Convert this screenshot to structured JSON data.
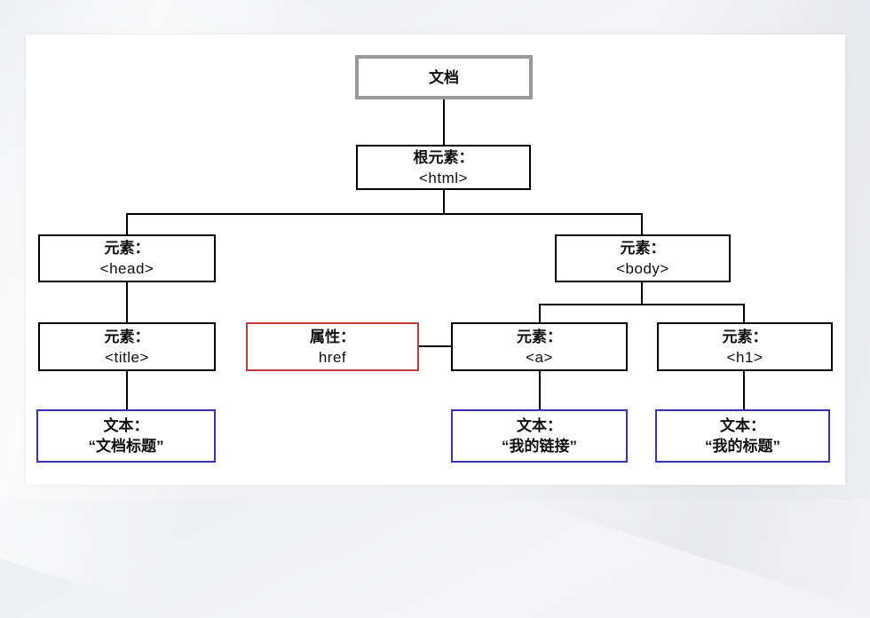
{
  "diagram": {
    "title": "HTML DOM tree",
    "nodes": {
      "document": {
        "line1": "文档"
      },
      "html": {
        "line1": "根元素：",
        "line2": "<html>"
      },
      "head": {
        "line1": "元素：",
        "line2": "<head>"
      },
      "body": {
        "line1": "元素：",
        "line2": "<body>"
      },
      "title": {
        "line1": "元素：",
        "line2": "<title>"
      },
      "href": {
        "line1": "属性：",
        "line2": "href"
      },
      "a": {
        "line1": "元素：",
        "line2": "<a>"
      },
      "h1": {
        "line1": "元素：",
        "line2": "<h1>"
      },
      "text_title": {
        "line1": "文本：",
        "line2": "“文档标题”"
      },
      "text_link": {
        "line1": "文本：",
        "line2": "“我的链接”"
      },
      "text_heading": {
        "line1": "文本：",
        "line2": "“我的标题”"
      }
    },
    "colors": {
      "document_border": "#999999",
      "element_border": "#000000",
      "attribute_border": "#c43a3a",
      "text_border": "#3535b5",
      "connector": "#000000"
    }
  }
}
